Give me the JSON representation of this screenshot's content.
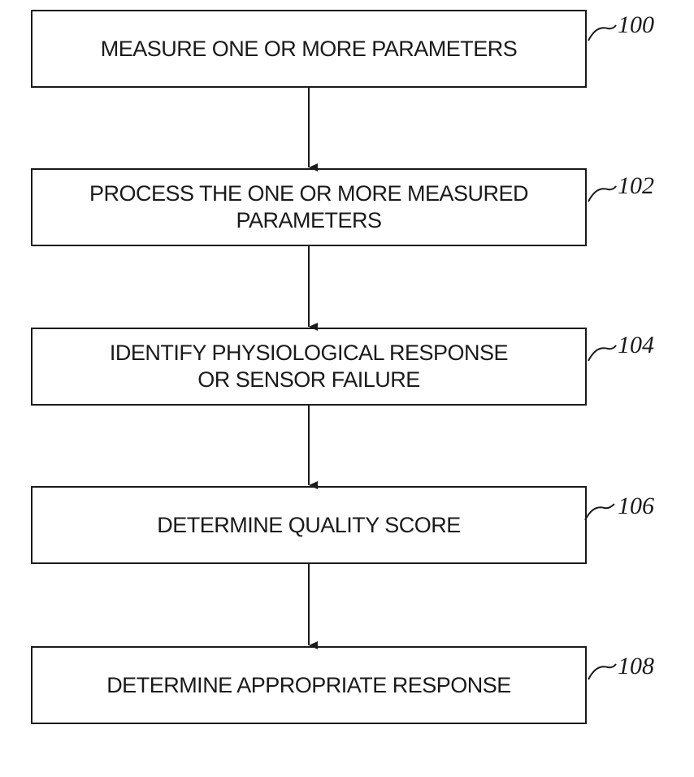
{
  "steps": [
    {
      "ref": "100",
      "text": "MEASURE ONE OR MORE PARAMETERS"
    },
    {
      "ref": "102",
      "text": "PROCESS THE ONE OR MORE MEASURED\nPARAMETERS"
    },
    {
      "ref": "104",
      "text": "IDENTIFY PHYSIOLOGICAL RESPONSE\nOR SENSOR FAILURE"
    },
    {
      "ref": "106",
      "text": "DETERMINE QUALITY SCORE"
    },
    {
      "ref": "108",
      "text": "DETERMINE APPROPRIATE RESPONSE"
    }
  ],
  "colors": {
    "line": "#1a1a1a",
    "background": "#ffffff"
  }
}
